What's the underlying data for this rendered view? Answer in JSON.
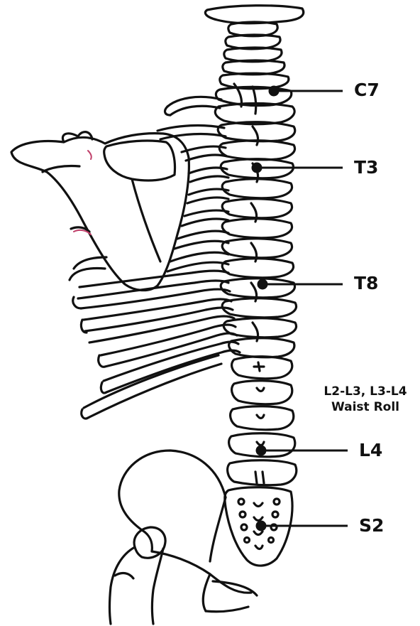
{
  "labels": {
    "c7": "C7",
    "t3": "T3",
    "t8": "T8",
    "l4": "L4",
    "s2": "S2"
  },
  "note": {
    "line1": "L2-L3, L3-L4",
    "line2": "Waist Roll"
  },
  "colors": {
    "ink": "#111111",
    "background": "#ffffff",
    "accent": "#c0406a"
  }
}
